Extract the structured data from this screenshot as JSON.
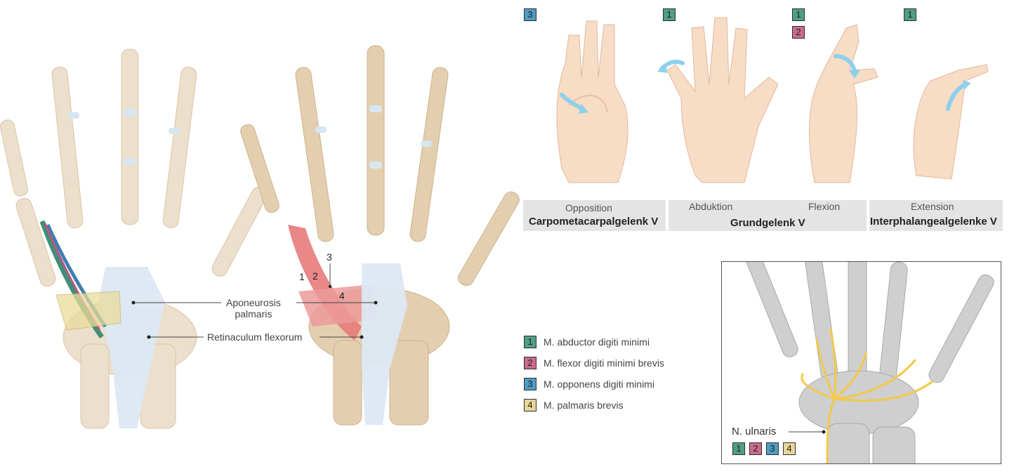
{
  "labels": {
    "aponeurosis": "Aponeurosis\npalmaris",
    "retinaculum": "Retinaculum flexorum",
    "muscle_1": "1",
    "muscle_2": "2",
    "muscle_3": "3",
    "muscle_4": "4"
  },
  "movements": [
    {
      "badges": [
        "3"
      ],
      "motion": "Opposition",
      "joint": "Carpometacarpalgelenk V"
    },
    {
      "badges": [
        "1"
      ],
      "motion": "Abduktion",
      "joint": "Grundgelenk V"
    },
    {
      "badges": [
        "1",
        "2"
      ],
      "motion": "Flexion",
      "joint": ""
    },
    {
      "badges": [
        "1"
      ],
      "motion": "Extension",
      "joint": "Interphalangealgelenke V"
    }
  ],
  "legend": [
    {
      "num": "1",
      "text": "M. abductor digiti minimi",
      "color": "#4f9e86"
    },
    {
      "num": "2",
      "text": "M. flexor digiti minimi brevis",
      "color": "#c96b8f"
    },
    {
      "num": "3",
      "text": "M. opponens digiti minimi",
      "color": "#4f9cc4"
    },
    {
      "num": "4",
      "text": "M. palmaris brevis",
      "color": "#e7d69a"
    }
  ],
  "nerve": {
    "label": "N. ulnaris",
    "badges": [
      "1",
      "2",
      "3",
      "4"
    ]
  },
  "colors": {
    "bone": "#eadcc6",
    "bone_dark": "#d9c3a0",
    "aponeurosis": "#dce8f3",
    "muscle_red": "#e57b7b",
    "skin": "#f7dcc6",
    "arrow": "#8fd0ec",
    "nerve": "#f2c94c",
    "gray_bone": "#c9c9c9"
  }
}
